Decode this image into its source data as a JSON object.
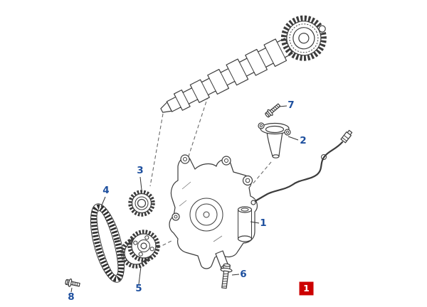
{
  "figure": {
    "type": "exploded-parts-diagram",
    "subject": "engine oil pump, drive chain and sprockets",
    "background": "#ffffff",
    "line_color": "#3c3c3c",
    "callout_color": "#1d4f9e"
  },
  "callouts": [
    {
      "label": "1",
      "part": "oil-pump-assembly"
    },
    {
      "label": "2",
      "part": "oil-pickup-funnel"
    },
    {
      "label": "3",
      "part": "upper-drive-sprocket"
    },
    {
      "label": "4",
      "part": "oil-pump-drive-chain"
    },
    {
      "label": "5",
      "part": "lower-drive-sprocket"
    },
    {
      "label": "6",
      "part": "pump-mounting-bolt"
    },
    {
      "label": "7",
      "part": "pickup-funnel-bolt"
    },
    {
      "label": "8",
      "part": "chain-tensioner-bolt"
    }
  ],
  "badge": {
    "label": "1",
    "background": "#cc0000",
    "text_color": "#ffffff"
  }
}
